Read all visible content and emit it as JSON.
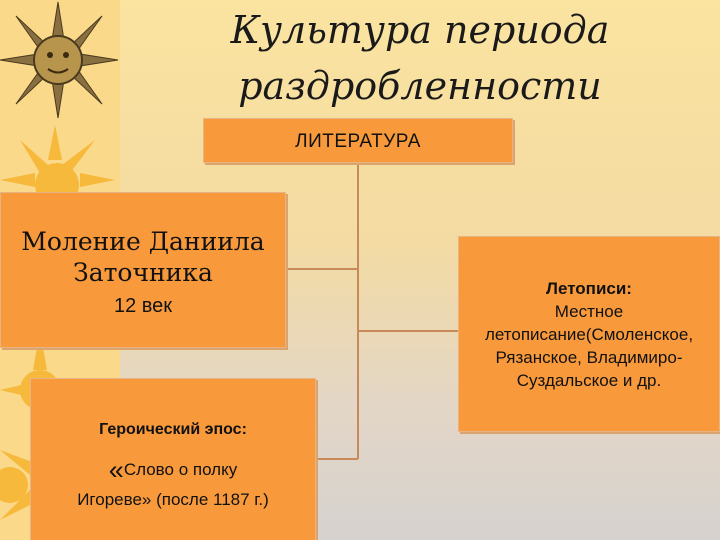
{
  "title": {
    "line1": "Культура периода",
    "line2": "раздробленности"
  },
  "literature_box": {
    "label": "ЛИТЕРАТУРА"
  },
  "prayer_box": {
    "name_line1": "Моление  Даниила",
    "name_line2": "Заточника",
    "century": "12 век"
  },
  "epic_box": {
    "heading": "Героический эпос:",
    "quote_mark": "«",
    "text_line1": "Слово о полку",
    "text_line2": "Игореве» (после 1187 г.)"
  },
  "chronicles_box": {
    "heading": "Летописи:",
    "line1": "Местное",
    "line2": "летописание(Смоленское,",
    "line3": "Рязанское, Владимиро-",
    "line4": "Суздальское и др."
  },
  "colors": {
    "box_fill": "#f89a3c",
    "sidebar": "#fbd98a",
    "connector": "#c98a5a"
  },
  "icons": [
    "sun-face-icon",
    "sun-icon"
  ]
}
